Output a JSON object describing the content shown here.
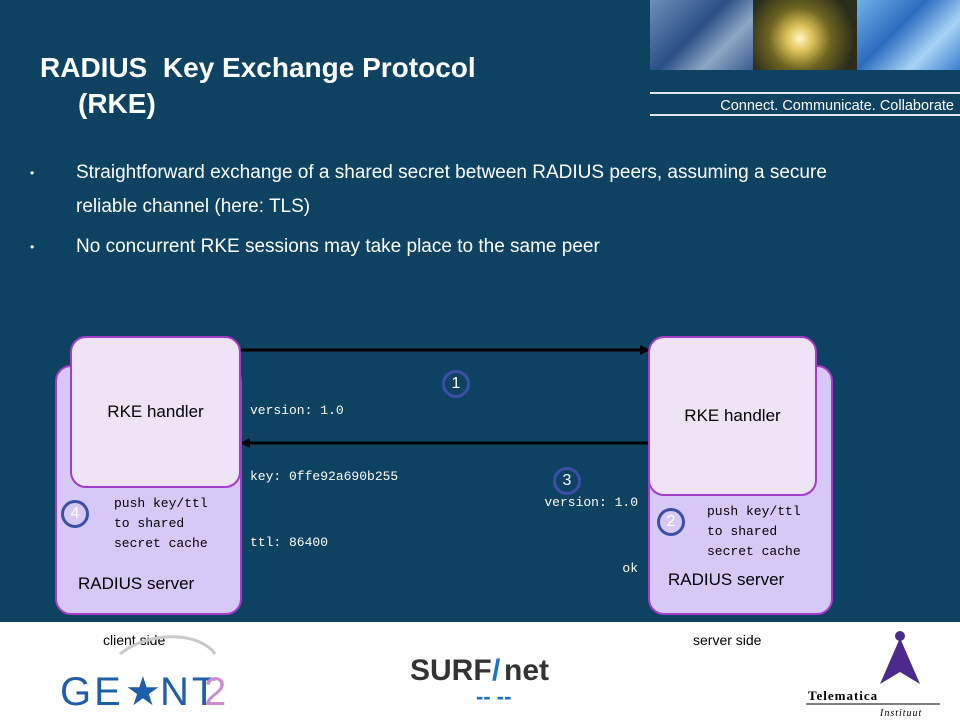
{
  "title": {
    "line1": "RADIUS  Key Exchange Protocol",
    "line2": "(RKE)"
  },
  "tagline": "Connect. Communicate. Collaborate",
  "bullets": [
    "Straightforward exchange of a shared secret between RADIUS peers, assuming a secure reliable channel (here: TLS)",
    "No concurrent RKE sessions may take place to the same peer"
  ],
  "left": {
    "handler": "RKE handler",
    "server": "RADIUS server",
    "note": "push key/ttl\nto shared\nsecret cache",
    "step": "4"
  },
  "right": {
    "handler": "RKE handler",
    "server": "RADIUS server",
    "note": "push key/ttl\nto shared\nsecret cache",
    "step": "2"
  },
  "message1": {
    "lines": [
      "version: 1.0",
      "key: 0ffe92a690b255",
      "ttl: 86400"
    ],
    "step": "1"
  },
  "message3": {
    "lines": [
      "version: 1.0",
      "ok"
    ],
    "step": "3"
  },
  "footer": {
    "client_side": "client side",
    "server_side": "server side",
    "logos": [
      "GEANT2",
      "SURFnet",
      "Telematica Instituut"
    ]
  },
  "colors": {
    "background": "#0e4263",
    "server_fill": "#d6c8f7",
    "border": "#a23cc9",
    "step_circle": "#3b4fa6"
  }
}
